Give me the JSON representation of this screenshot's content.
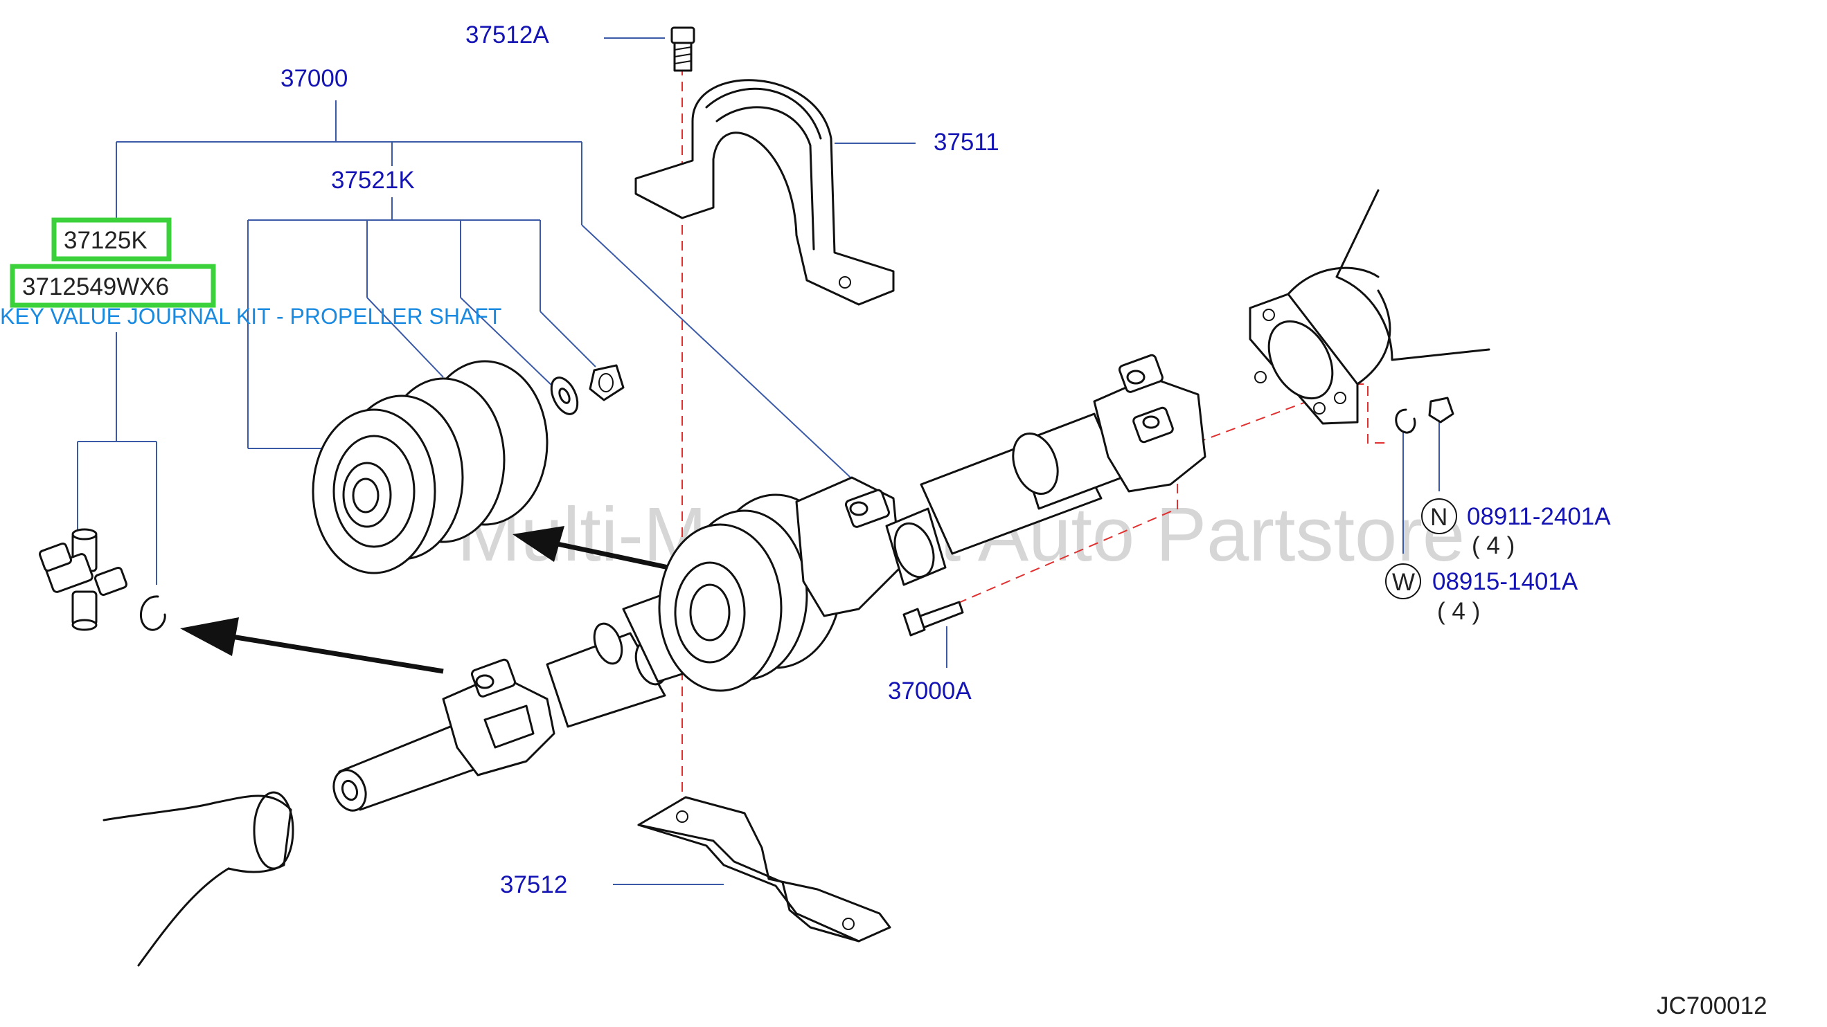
{
  "diagram": {
    "labels": {
      "p37512a": "37512A",
      "p37000": "37000",
      "p37511": "37511",
      "p37521k": "37521K",
      "p37125k": "37125K",
      "p3712549wx6": "3712549WX6",
      "kit_desc": "KEY VALUE JOURNAL KIT - PROPELLER SHAFT",
      "n_symbol": "N",
      "n_part": "08911-2401A",
      "n_qty": "( 4 )",
      "w_symbol": "W",
      "w_part": "08915-1401A",
      "w_qty": "( 4 )",
      "p37000a": "37000A",
      "p37512": "37512",
      "diagram_code": "JC700012"
    },
    "watermark": "Multi-Merchant Auto Partstore",
    "colors": {
      "label": "#1414b4",
      "leader": "#3a5aa8",
      "highlight": "#3ad13a",
      "dashed_axis": "#e03030",
      "kit_text": "#1a8ae0"
    }
  }
}
